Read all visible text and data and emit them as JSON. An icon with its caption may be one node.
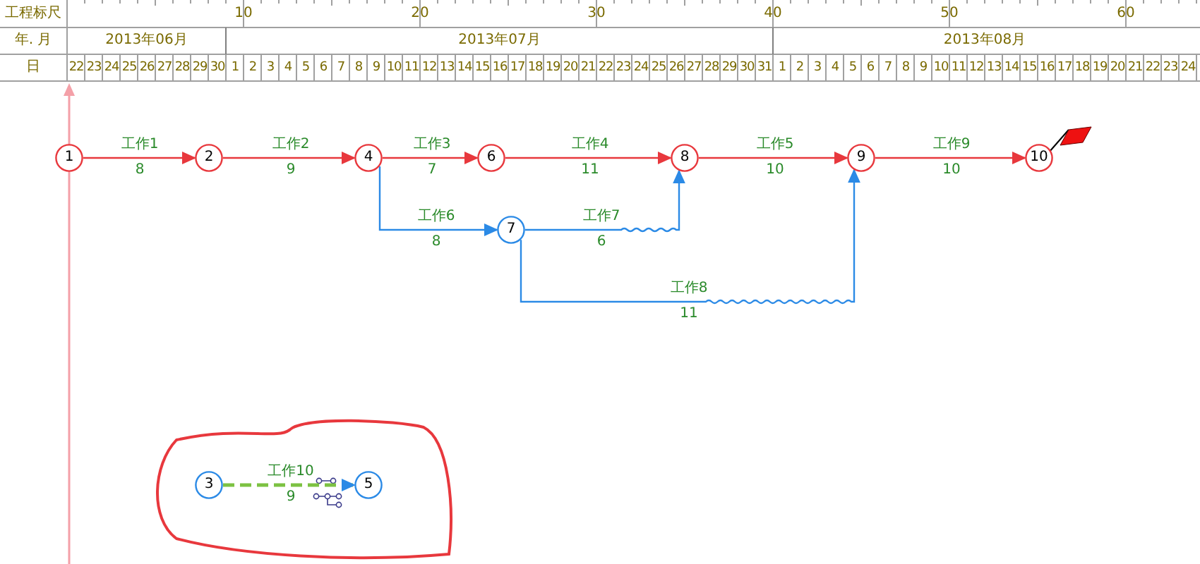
{
  "diagram": {
    "nodes": [
      {
        "text": [
          "1"
        ]
      },
      {
        "text": [
          "2"
        ]
      },
      {
        "text": [
          "4"
        ]
      },
      {
        "text": [
          "6"
        ]
      },
      {
        "text": [
          "8"
        ]
      },
      {
        "text": [
          "9"
        ]
      },
      {
        "text": [
          "10"
        ]
      },
      {
        "text": [
          "7"
        ]
      },
      {
        "text": [
          "3"
        ]
      },
      {
        "text": [
          "5"
        ]
      }
    ],
    "edges": [
      {
        "from": 0,
        "to": 1,
        "arrow": "to",
        "label": "工作1"
      },
      {
        "from": 1,
        "to": 2,
        "arrow": "to",
        "label": "工作2"
      },
      {
        "from": 2,
        "to": 3,
        "arrow": "to",
        "label": "工作3"
      },
      {
        "from": 3,
        "to": 4,
        "arrow": "to",
        "label": "工作4"
      },
      {
        "from": 4,
        "to": 5,
        "arrow": "to",
        "label": "工作5"
      },
      {
        "from": 5,
        "to": 6,
        "arrow": "to",
        "label": "工作9"
      },
      {
        "from": 2,
        "to": 7,
        "arrow": "to",
        "label": "工作6",
        "color": "#2b8ae6"
      },
      {
        "from": 7,
        "to": 4,
        "arrow": "to",
        "label": "工作7",
        "color": "#2b8ae6"
      },
      {
        "from": 7,
        "to": 5,
        "arrow": "to",
        "label": "工作8",
        "color": "#2b8ae6"
      },
      {
        "from": 8,
        "to": 9,
        "arrow": "to",
        "label": "工作10",
        "style": "dashed",
        "color": "#7cc242"
      }
    ],
    "labels": [
      "工程标尺",
      "10",
      "20",
      "30",
      "40",
      "50",
      "60",
      "年. 月",
      "2013年06月",
      "2013年07月",
      "2013年08月",
      "日",
      "22",
      "23",
      "24",
      "25",
      "26",
      "27",
      "28",
      "29",
      "30",
      "1",
      "2",
      "3",
      "4",
      "5",
      "6",
      "7",
      "8",
      "9",
      "10",
      "11",
      "12",
      "13",
      "14",
      "15",
      "16",
      "17",
      "18",
      "19",
      "20",
      "21",
      "22",
      "23",
      "24",
      "25",
      "26",
      "27",
      "28",
      "29",
      "30",
      "31",
      "1",
      "2",
      "3",
      "4",
      "5",
      "6",
      "7",
      "8",
      "9",
      "10",
      "11",
      "12",
      "13",
      "14",
      "15",
      "16",
      "17",
      "18",
      "19",
      "20",
      "21",
      "22",
      "23",
      "24",
      "8",
      "9",
      "7",
      "11",
      "10",
      "10",
      "8",
      "6",
      "11",
      "9"
    ]
  }
}
